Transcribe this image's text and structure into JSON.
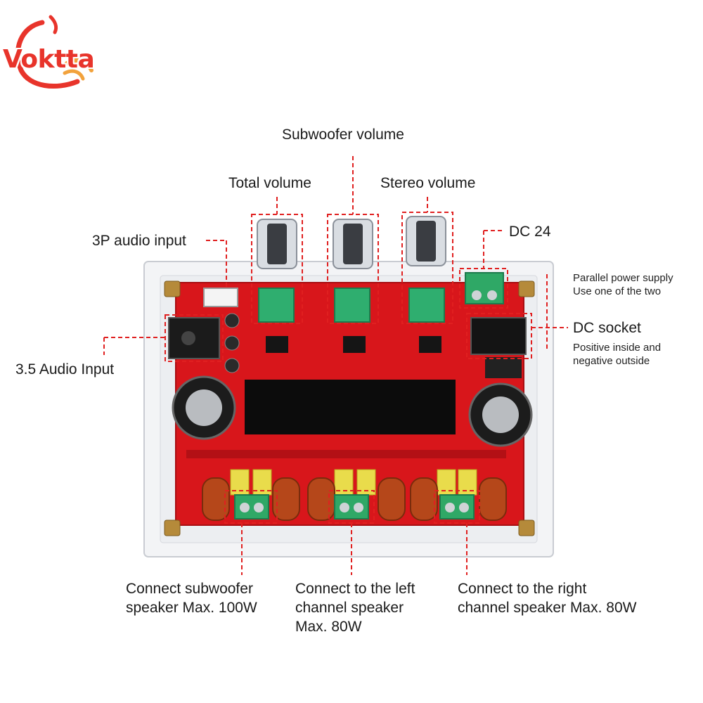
{
  "brand": {
    "name": "Voktta"
  },
  "labels": {
    "subwoofer_volume": "Subwoofer volume",
    "total_volume": "Total volume",
    "stereo_volume": "Stereo volume",
    "audio_input_3p": "3P audio input",
    "dc24": "DC 24",
    "parallel_line1": "Parallel power supply",
    "parallel_line2": "Use one of the two",
    "dc_socket": "DC socket",
    "dc_socket_note1": "Positive inside and",
    "dc_socket_note2": "negative outside",
    "audio_input_35": "3.5 Audio Input",
    "sub_out_line1": "Connect subwoofer",
    "sub_out_line2": "speaker Max. 100W",
    "left_out_line1": "Connect to the left",
    "left_out_line2": "channel speaker",
    "left_out_line3": "Max. 80W",
    "right_out_line1": "Connect to the right",
    "right_out_line2": "channel speaker Max. 80W"
  },
  "colors": {
    "pcb": "#d8161b",
    "callout": "#e02020",
    "accent_logo": "#e8342b"
  }
}
